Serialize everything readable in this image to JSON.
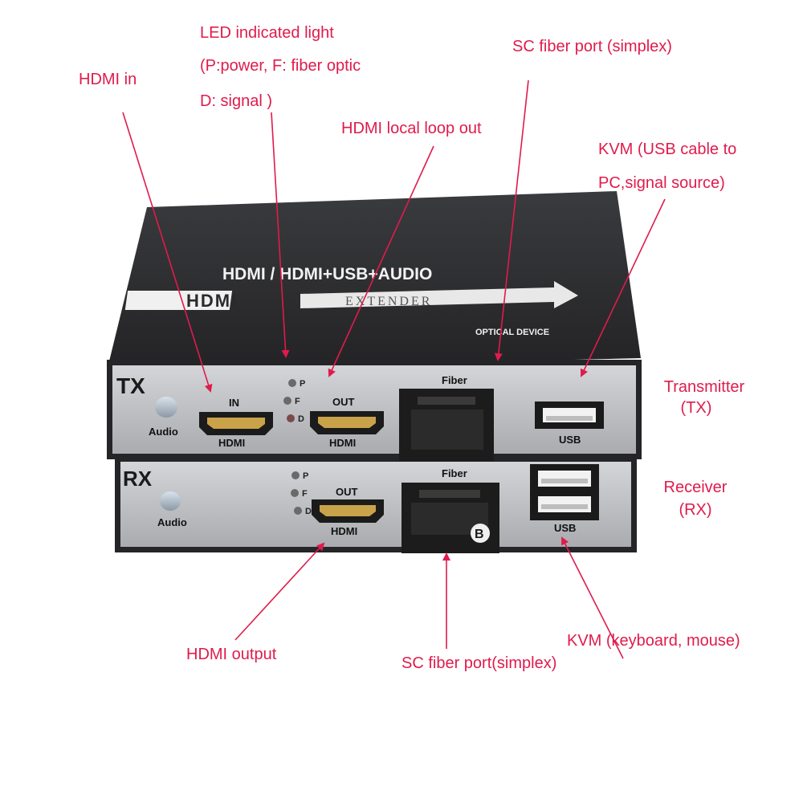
{
  "callouts": {
    "led_line1": "LED indicated light",
    "led_line2": "(P:power, F: fiber optic",
    "led_line3": "D: signal )",
    "hdmi_in": "HDMI in",
    "sc_fiber_top": "SC fiber port (simplex)",
    "hdmi_loop": "HDMI local loop out",
    "kvm_usb_line1": "KVM (USB cable to",
    "kvm_usb_line2": "PC,signal source)",
    "transmitter_line1": "Transmitter",
    "transmitter_line2": "(TX)",
    "receiver_line1": "Receiver",
    "receiver_line2": "(RX)",
    "hdmi_output": "HDMI output",
    "sc_fiber_bottom": "SC fiber port(simplex)",
    "kvm_keyboard": "KVM (keyboard, mouse)"
  },
  "device": {
    "top_title": "HDMI / HDMI+USB+AUDIO",
    "hdmi_logo": "HDMI",
    "extender": "EXTENDER",
    "optical_device": "OPTICAL DEVICE",
    "tx": {
      "label": "TX",
      "audio": "Audio",
      "led_p": "P",
      "led_f": "F",
      "led_d": "D",
      "hdmi_in_top": "IN",
      "hdmi_in_bottom": "HDMI",
      "hdmi_out_top": "OUT",
      "hdmi_out_bottom": "HDMI",
      "fiber": "Fiber",
      "usb": "USB"
    },
    "rx": {
      "label": "RX",
      "audio": "Audio",
      "led_p": "P",
      "led_f": "F",
      "led_d": "D",
      "hdmi_out_top": "OUT",
      "hdmi_out_bottom": "HDMI",
      "fiber": "Fiber",
      "fiber_badge": "B",
      "usb": "USB"
    }
  },
  "colors": {
    "annotation": "#e01b4c",
    "chassis": "#2a2a2c",
    "panel": "#bfc1c5"
  }
}
